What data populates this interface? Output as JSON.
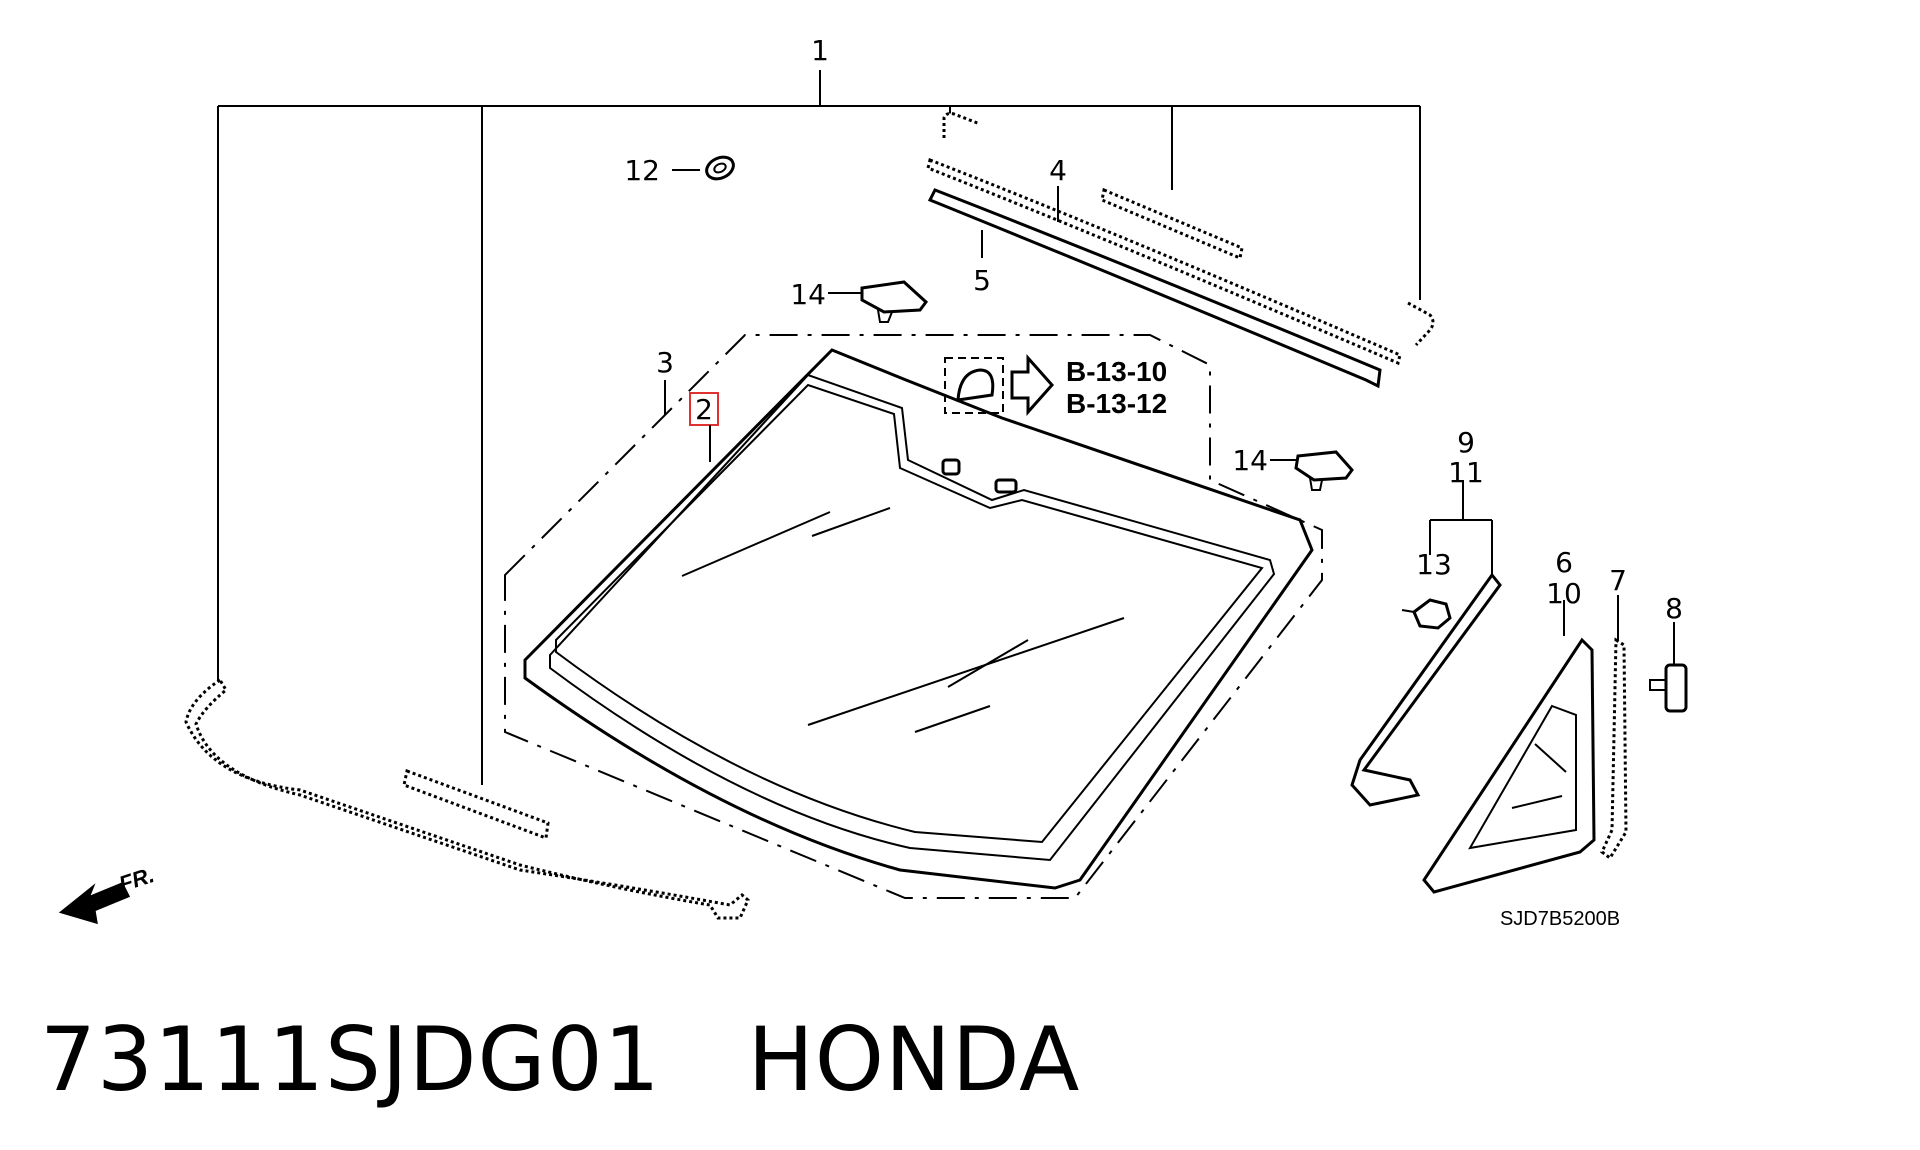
{
  "callouts": {
    "c1": "1",
    "c2": "2",
    "c3": "3",
    "c4": "4",
    "c5": "5",
    "c6": "6",
    "c7": "7",
    "c8": "8",
    "c9": "9",
    "c10": "10",
    "c11": "11",
    "c12": "12",
    "c13": "13",
    "c14a": "14",
    "c14b": "14"
  },
  "references": {
    "ref1": "B-13-10",
    "ref2": "B-13-12"
  },
  "diagram_code": "SJD7B5200B",
  "front_indicator": "FR.",
  "caption": {
    "part_number": "73111SJDG01",
    "brand": "HONDA"
  },
  "highlight_color": "#e03030"
}
